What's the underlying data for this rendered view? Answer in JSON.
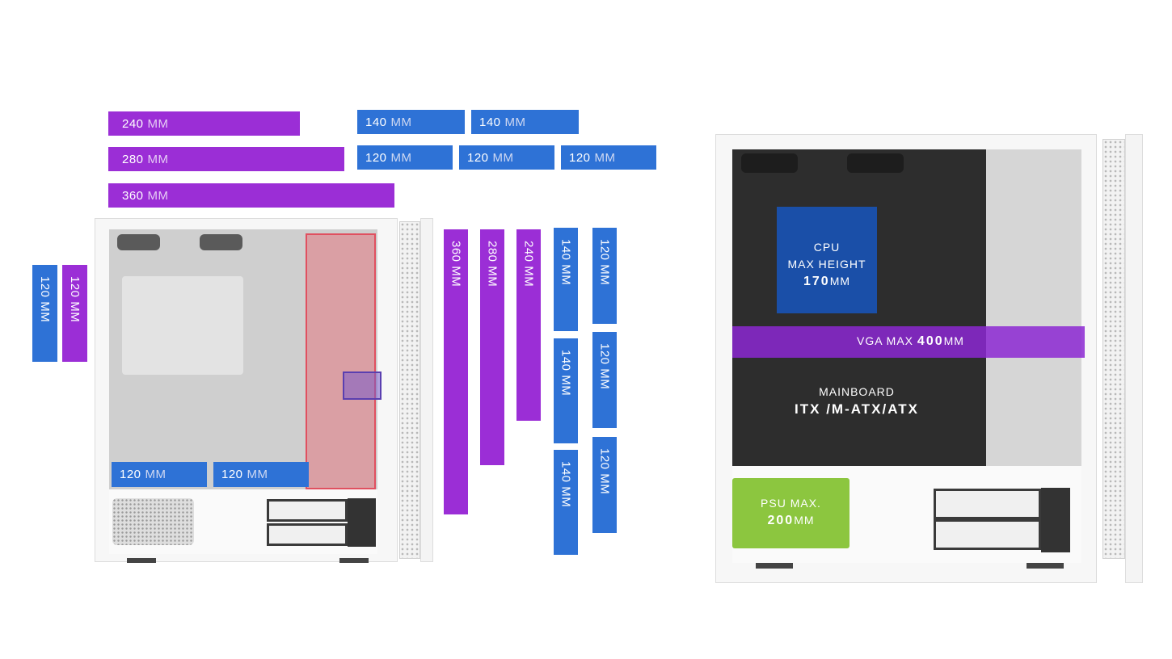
{
  "colors": {
    "radiator": "#9b2ed6",
    "fan": "#2e72d6",
    "cpu": "#1a4fa8",
    "psu": "#8cc63f",
    "highlight_red": "#e05060"
  },
  "top_radiators": [
    {
      "size": "240",
      "unit": "MM"
    },
    {
      "size": "280",
      "unit": "MM"
    },
    {
      "size": "360",
      "unit": "MM"
    }
  ],
  "top_fans_140": [
    {
      "size": "140",
      "unit": "MM"
    },
    {
      "size": "140",
      "unit": "MM"
    }
  ],
  "top_fans_120": [
    {
      "size": "120",
      "unit": "MM"
    },
    {
      "size": "120",
      "unit": "MM"
    },
    {
      "size": "120",
      "unit": "MM"
    }
  ],
  "rear_fans": [
    {
      "label": "120 MM"
    },
    {
      "label": "120 MM"
    }
  ],
  "bottom_fans": [
    {
      "size": "120",
      "unit": "MM"
    },
    {
      "size": "120",
      "unit": "MM"
    }
  ],
  "front_radiators": [
    {
      "label": "360 MM"
    },
    {
      "label": "280 MM"
    },
    {
      "label": "240 MM"
    }
  ],
  "front_fans_140": [
    {
      "label": "140 MM"
    },
    {
      "label": "140 MM"
    },
    {
      "label": "140 MM"
    }
  ],
  "front_fans_120": [
    {
      "label": "120 MM"
    },
    {
      "label": "120 MM"
    },
    {
      "label": "120 MM"
    }
  ],
  "cpu": {
    "line1": "CPU",
    "line2": "MAX HEIGHT",
    "value": "170",
    "unit": "MM"
  },
  "vga": {
    "prefix": "VGA MAX",
    "value": "400",
    "unit": "MM"
  },
  "mainboard": {
    "line1": "MAINBOARD",
    "line2": "ITX /M-ATX/ATX"
  },
  "psu": {
    "line1": "PSU MAX.",
    "value": "200",
    "unit": "MM"
  }
}
